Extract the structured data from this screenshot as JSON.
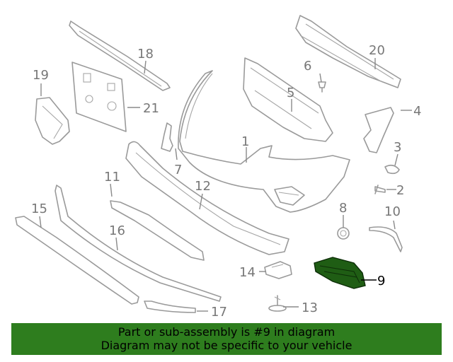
{
  "callouts": {
    "c1": "1",
    "c2": "2",
    "c3": "3",
    "c4": "4",
    "c5": "5",
    "c6": "6",
    "c7": "7",
    "c8": "8",
    "c9": "9",
    "c10": "10",
    "c11": "11",
    "c12": "12",
    "c13": "13",
    "c14": "14",
    "c15": "15",
    "c16": "16",
    "c17": "17",
    "c18": "18",
    "c19": "19",
    "c20": "20",
    "c21": "21"
  },
  "highlighted_part": "9",
  "colors": {
    "banner": "#2e7d1e",
    "highlight_part": "#1f5d14",
    "line_art": "#9a9a9a"
  },
  "banner": {
    "line1": "Part or sub-assembly is #9 in diagram",
    "line2": "Diagram may not be specific to your vehicle"
  }
}
